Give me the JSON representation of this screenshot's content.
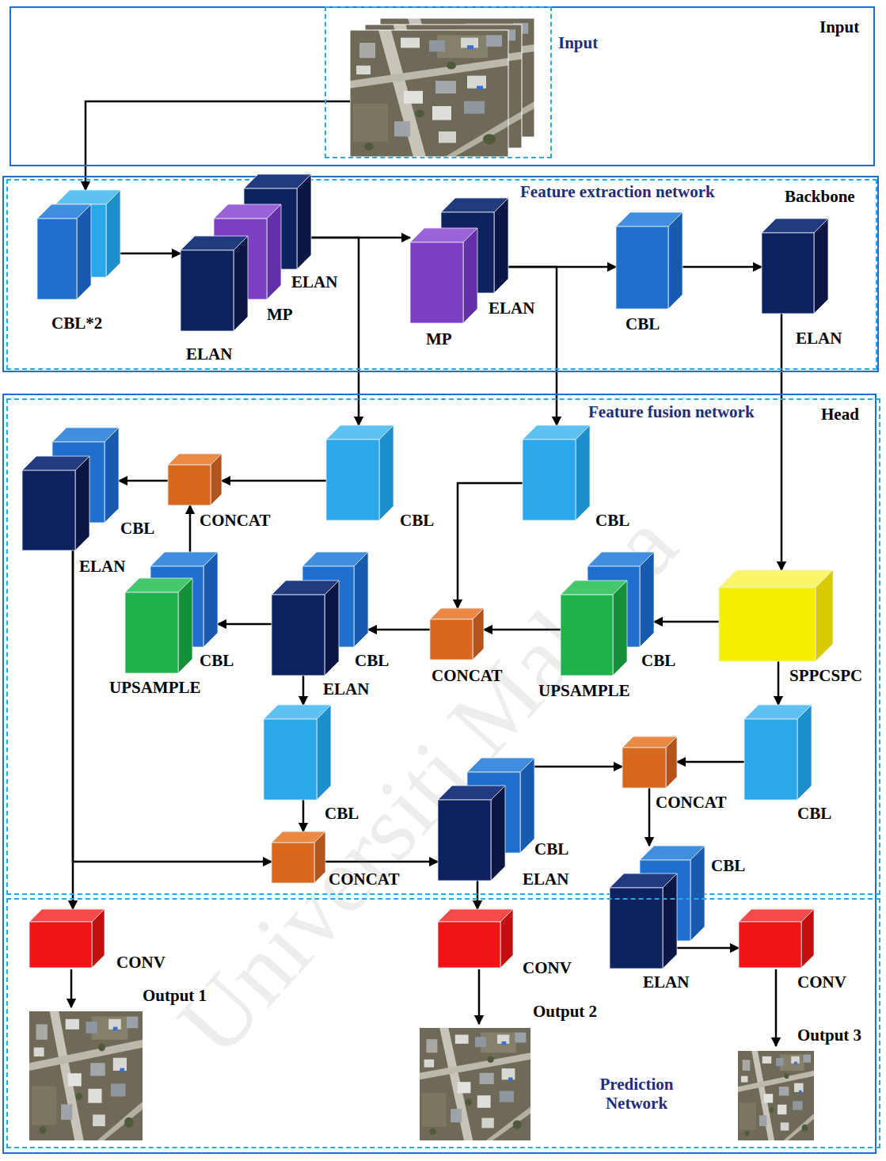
{
  "diagram": {
    "nodes": [
      {
        "text": [
          "Input"
        ]
      },
      {
        "text": [
          "Input"
        ],
        "in": 0
      },
      {
        "text": [
          "Backbone"
        ]
      },
      {
        "text": [
          "Feature extraction network"
        ],
        "in": 2
      },
      {
        "text": [
          "CBL*2"
        ],
        "in": 3
      },
      {
        "text": [
          "ELAN"
        ],
        "in": 3
      },
      {
        "text": [
          "MP"
        ],
        "in": 3
      },
      {
        "text": [
          "ELAN"
        ],
        "in": 3
      },
      {
        "text": [
          "ELAN"
        ],
        "in": 3
      },
      {
        "text": [
          "MP"
        ],
        "in": 3
      },
      {
        "text": [
          "CBL"
        ],
        "in": 3
      },
      {
        "text": [
          "ELAN"
        ],
        "in": 3
      },
      {
        "text": [
          "Head"
        ]
      },
      {
        "text": [
          "Feature fusion network"
        ],
        "in": 12
      },
      {
        "text": [
          "CBL"
        ],
        "in": 13
      },
      {
        "text": [
          "ELAN"
        ],
        "in": 13
      },
      {
        "text": [
          "CONCAT"
        ],
        "in": 13
      },
      {
        "text": [
          "CBL"
        ],
        "in": 13
      },
      {
        "text": [
          "CBL"
        ],
        "in": 13
      },
      {
        "text": [
          "CBL"
        ],
        "in": 13
      },
      {
        "text": [
          "UPSAMPLE"
        ],
        "in": 13
      },
      {
        "text": [
          "CBL"
        ],
        "in": 13
      },
      {
        "text": [
          "ELAN"
        ],
        "in": 13
      },
      {
        "text": [
          "CONCAT"
        ],
        "in": 13
      },
      {
        "text": [
          "CBL"
        ],
        "in": 13
      },
      {
        "text": [
          "UPSAMPLE"
        ],
        "in": 13
      },
      {
        "text": [
          "SPPCSPC"
        ],
        "in": 13
      },
      {
        "text": [
          "CBL"
        ],
        "in": 13
      },
      {
        "text": [
          "CBL"
        ],
        "in": 13
      },
      {
        "text": [
          "CONCAT"
        ],
        "in": 13
      },
      {
        "text": [
          "CBL"
        ],
        "in": 13
      },
      {
        "text": [
          "ELAN"
        ],
        "in": 13
      },
      {
        "text": [
          "CONCAT"
        ],
        "in": 13
      },
      {
        "text": [
          "CBL"
        ],
        "in": 13
      },
      {
        "text": [
          "ELAN"
        ],
        "in": 13
      },
      {
        "text": [
          "Prediction Network"
        ],
        "in": 12
      },
      {
        "text": [
          "CONV"
        ],
        "in": 35
      },
      {
        "text": [
          "CONV"
        ],
        "in": 35
      },
      {
        "text": [
          "CONV"
        ],
        "in": 35
      }
    ],
    "edges": [
      {
        "from": 1,
        "to": 4,
        "arrow": "to"
      },
      {
        "from": 4,
        "to": 7,
        "arrow": "to"
      },
      {
        "from": 5,
        "to": 9,
        "arrow": "to"
      },
      {
        "from": 5,
        "to": 17,
        "arrow": "to"
      },
      {
        "from": 8,
        "to": 10,
        "arrow": "to"
      },
      {
        "from": 8,
        "to": 18,
        "arrow": "to"
      },
      {
        "from": 10,
        "to": 11,
        "arrow": "to"
      },
      {
        "from": 11,
        "to": 26,
        "arrow": "to"
      },
      {
        "from": 26,
        "to": 24,
        "arrow": "to"
      },
      {
        "from": 25,
        "to": 23,
        "arrow": "to"
      },
      {
        "from": 18,
        "to": 23,
        "arrow": "to"
      },
      {
        "from": 23,
        "to": 21,
        "arrow": "to"
      },
      {
        "from": 22,
        "to": 19,
        "arrow": "to"
      },
      {
        "from": 19,
        "to": 16,
        "arrow": "to"
      },
      {
        "from": 17,
        "to": 16,
        "arrow": "to"
      },
      {
        "from": 16,
        "to": 14,
        "arrow": "to"
      },
      {
        "from": 15,
        "to": 36,
        "arrow": "to"
      },
      {
        "from": 15,
        "to": 32,
        "arrow": "to"
      },
      {
        "from": 22,
        "to": 27,
        "arrow": "to"
      },
      {
        "from": 27,
        "to": 32,
        "arrow": "to"
      },
      {
        "from": 32,
        "to": 31,
        "arrow": "to"
      },
      {
        "from": 30,
        "to": 29,
        "arrow": "to"
      },
      {
        "from": 26,
        "to": 28,
        "arrow": "to"
      },
      {
        "from": 28,
        "to": 29,
        "arrow": "to"
      },
      {
        "from": 29,
        "to": 33,
        "arrow": "to"
      },
      {
        "from": 34,
        "to": 38,
        "arrow": "to"
      },
      {
        "from": 31,
        "to": 37,
        "arrow": "to"
      }
    ],
    "labels": [
      "Output 1",
      "Output 2",
      "Output 3",
      "Universiti Malaya"
    ]
  }
}
